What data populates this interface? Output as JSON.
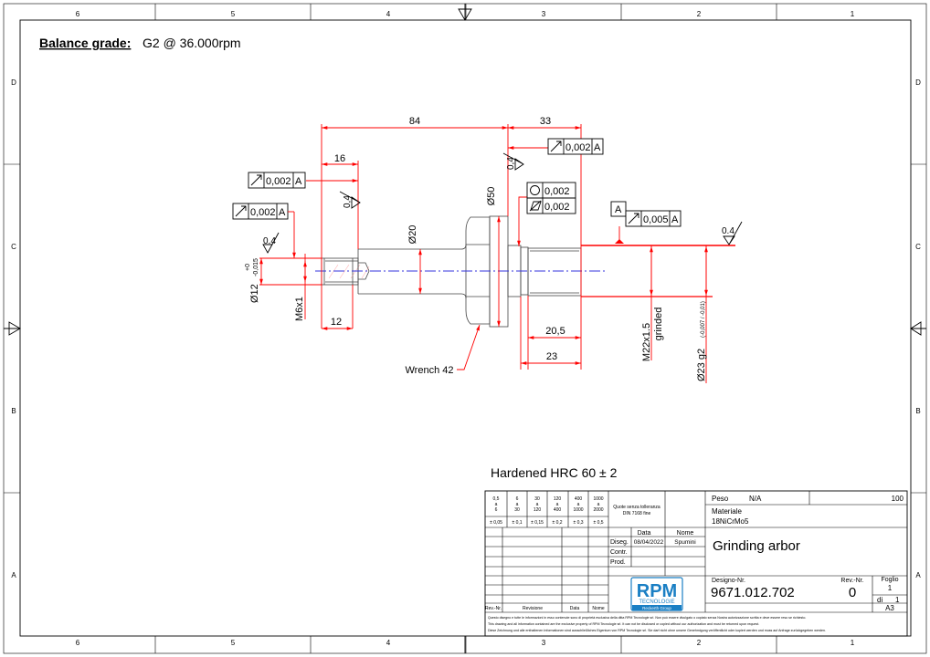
{
  "balance": {
    "label": "Balance grade:",
    "value": "G2 @ 36.000rpm"
  },
  "hardness": "Hardened HRC 60 ± 2",
  "border": {
    "columns": [
      "6",
      "5",
      "4",
      "3",
      "2",
      "1"
    ],
    "rows": [
      "D",
      "C",
      "B",
      "A"
    ]
  },
  "dimensions": {
    "d84": "84",
    "d33": "33",
    "d16": "16",
    "d12": "12",
    "d20_5": "20,5",
    "d23": "23",
    "dia20": "Ø20",
    "dia50": "Ø50",
    "dia12": "Ø12",
    "dia12_tol_up": "+0",
    "dia12_tol_low": "-0,015",
    "m6": "M6x1",
    "m22": "M22x1.5",
    "grinded": "grinded",
    "dia23": "Ø23 g2",
    "dia23_tol": "(-0,007 / -0,01)",
    "wrench": "Wrench 42"
  },
  "roughness": [
    "0.4",
    "0,4",
    "0,4",
    "0.4"
  ],
  "tolerances": {
    "runout_1": "0,002",
    "runout_2": "0,002",
    "runout_3": "0,002",
    "runout_4": "0,005",
    "roundness": "0,002",
    "cylindricity": "0,002",
    "datum": "A"
  },
  "title_block": {
    "tol_ranges": [
      {
        "from": "0,5",
        "a": "a",
        "to": "6",
        "tol": "± 0,05"
      },
      {
        "from": "6",
        "a": "a",
        "to": "30",
        "tol": "± 0,1"
      },
      {
        "from": "30",
        "a": "a",
        "to": "120",
        "tol": "± 0,15"
      },
      {
        "from": "120",
        "a": "a",
        "to": "400",
        "tol": "± 0,2"
      },
      {
        "from": "400",
        "a": "a",
        "to": "1000",
        "tol": "± 0,3"
      },
      {
        "from": "1000",
        "a": "a",
        "to": "2000",
        "tol": "± 0,5"
      }
    ],
    "quote_line1": "Quote senza tolleranza",
    "quote_line2": "DIN 7168 fine",
    "peso_label": "Peso",
    "peso_value": "N/A",
    "scale": "100",
    "materiale_label": "Materiale",
    "materiale_value": "18NiCrMo5",
    "data_header": "Data",
    "nome_header": "Nome",
    "diseg": "Diseg.",
    "diseg_date": "08/04/2022",
    "diseg_name": "Spumini",
    "contr": "Contr.",
    "prod": "Prod.",
    "title": "Grinding arbor",
    "designo_label": "Designo-Nr.",
    "designo_value": "9671.012.702",
    "rev_label": "Rev.-Nr.",
    "rev_value": "0",
    "foglio_label": "Foglio",
    "foglio_value": "1",
    "di_label": "di",
    "di_value": "1",
    "format": "A3",
    "rev_headers": [
      "Rev.-Nr.",
      "Revisione",
      "Data",
      "Nome"
    ],
    "logo_main": "RPM",
    "logo_sub": "TECNOLOGIE",
    "logo_group": "Reckerth Group",
    "disclaimer": [
      "Questo disegno e tutte le informazioni in esso contenute sono di proprietà esclusiva della ditta RPM Tecnologie srl. Non può essere divulgato o copiato senza Nostra autorizzazione scritta e deve essere reso se richiesto.",
      "This drawing and all information contained are the exclusive property of RPM Tecnologie srl. It can not be disclosed or copied without our authorization and must be returned upon request.",
      "Diese Zeichnung und alle enthaltenen Informationen sind ausschließliches Eigentum von RPM Tecnologie srl. Sie darf nicht ohne unsere Genehmigung veröffentlicht oder kopiert werden und muss auf Anfrage zurückgegeben werden."
    ]
  },
  "colors": {
    "dim": "#ff0000",
    "center": "#3333dd",
    "logo": "#1a7fc4"
  }
}
